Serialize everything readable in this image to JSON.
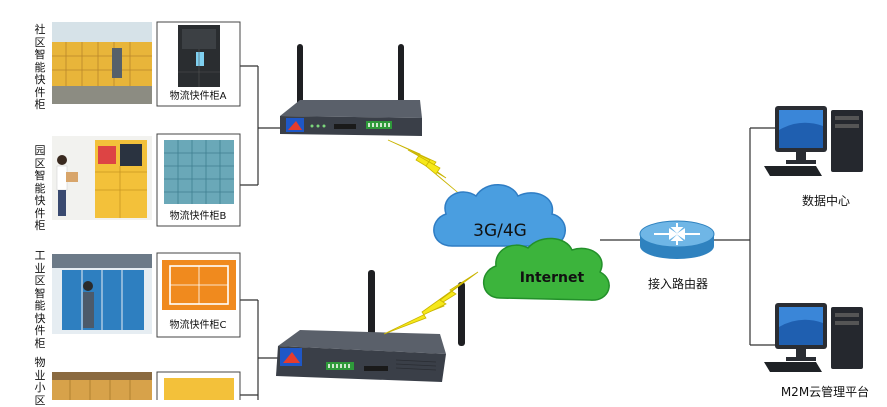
{
  "zones": [
    {
      "vertical_label": "社区智能快件柜",
      "cabinet_label": "物流快件柜A"
    },
    {
      "vertical_label": "园区智能快件柜",
      "cabinet_label": "物流快件柜B"
    },
    {
      "vertical_label": "工业区智能快件柜",
      "cabinet_label": "物流快件柜C"
    },
    {
      "vertical_label": "物业小区",
      "cabinet_label": ""
    }
  ],
  "cloud_3g": {
    "label": "3G/4G"
  },
  "cloud_internet": {
    "label": "Internet"
  },
  "access_router": {
    "label": "接入路由器"
  },
  "computers": [
    {
      "label": "数据中心"
    },
    {
      "label": "M2M云管理平台"
    }
  ],
  "colors": {
    "cloud_blue": "#4a9ee0",
    "cloud_green": "#3cb43c",
    "lightning": "#f6e81a",
    "router_body": "#3a3f48",
    "locker_yellow": "#f3c13a",
    "locker_orange": "#f08a1e",
    "locker_teal": "#6aa8b8"
  }
}
